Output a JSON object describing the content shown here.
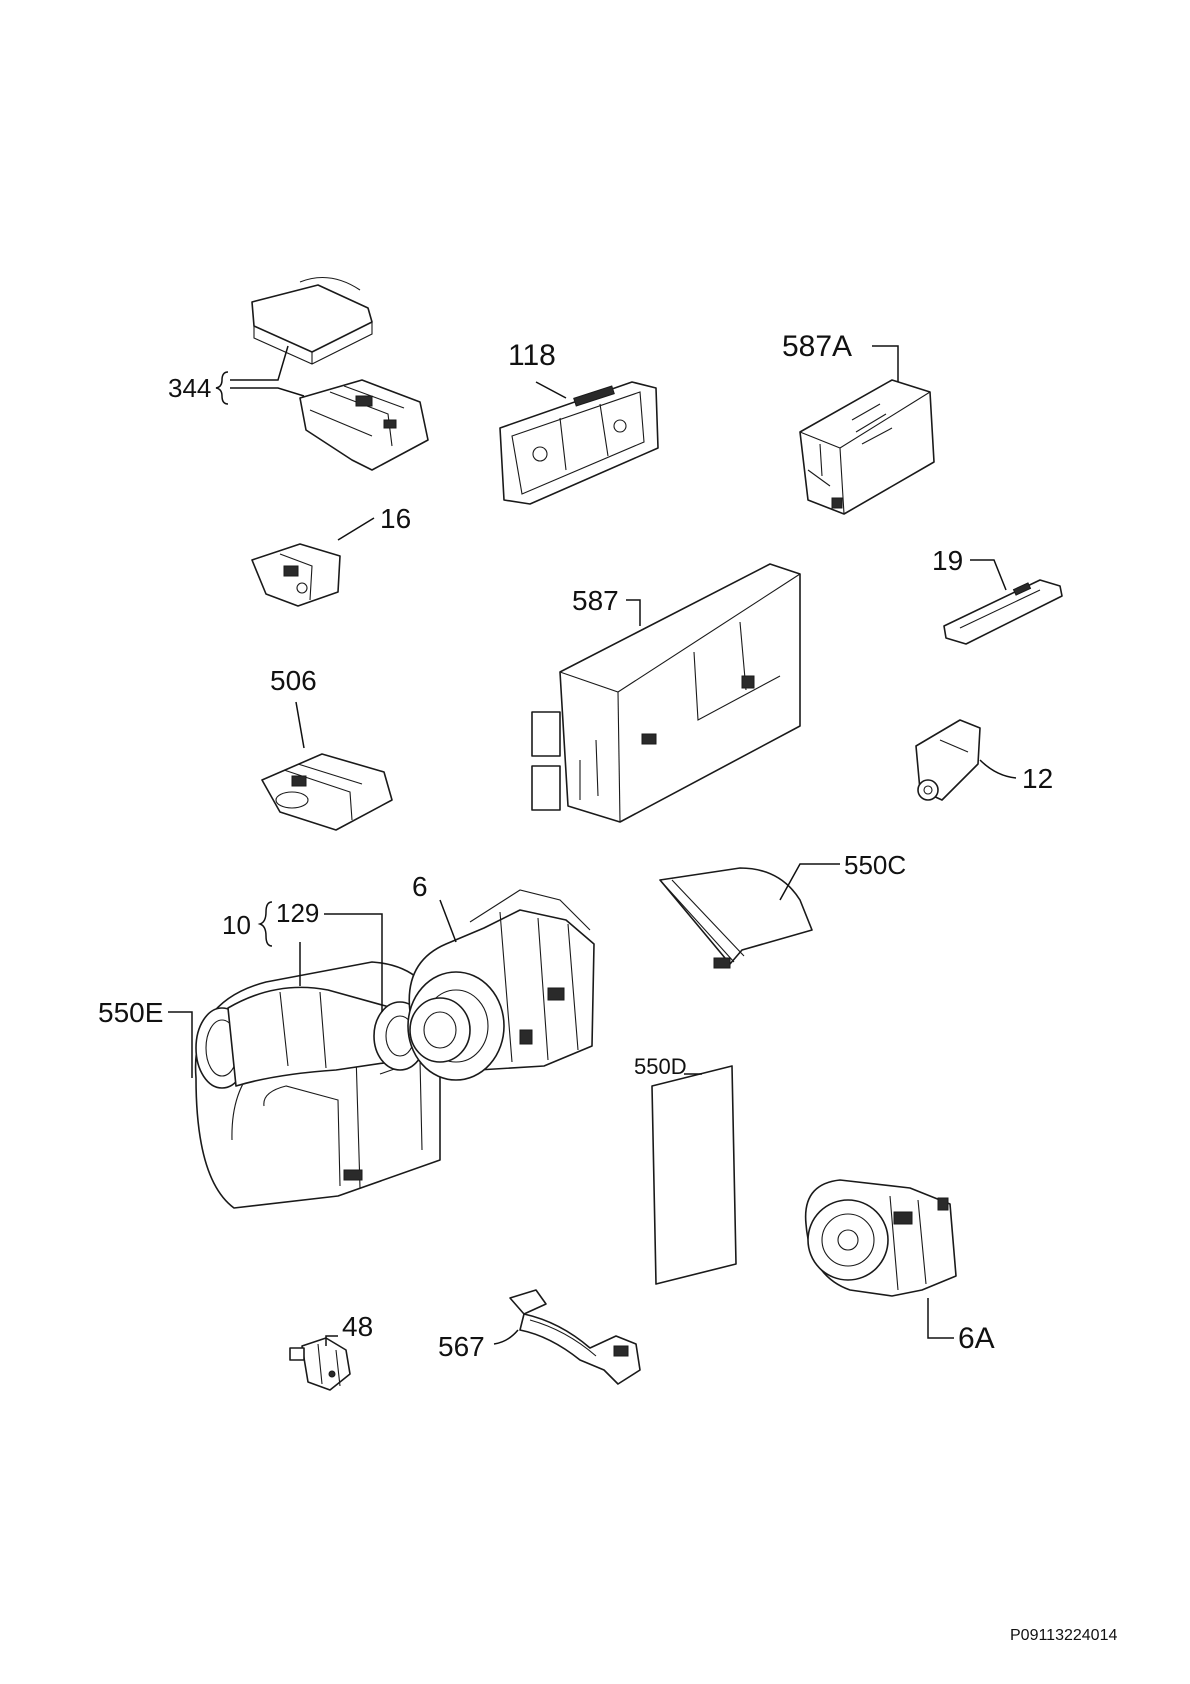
{
  "callouts": {
    "c344": "344",
    "c118": "118",
    "c587A": "587A",
    "c16": "16",
    "c19": "19",
    "c587": "587",
    "c506": "506",
    "c12": "12",
    "c550C": "550C",
    "c6": "6",
    "c10": "10",
    "c129": "129",
    "c550E": "550E",
    "c550D": "550D",
    "c48": "48",
    "c567": "567",
    "c6A": "6A"
  },
  "drawing_code": "P09113224014"
}
